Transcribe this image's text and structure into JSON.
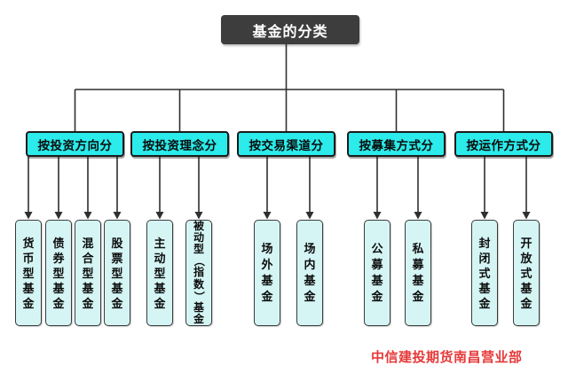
{
  "title": "基金的分类",
  "footer": {
    "text": "中信建投期货南昌营业部",
    "color": "#e63a3a"
  },
  "colors": {
    "title_fill": "#3d3d3d",
    "title_text": "#ffffff",
    "category_fill": "#2bebeb",
    "leaf_fill": "#d5f5f5",
    "line": "#2f2f2f",
    "footer_text": "#e63a3a"
  },
  "groups": [
    {
      "category": "按投资方向分",
      "children": [
        "货币型基金",
        "债券型基金",
        "混合型基金",
        "股票型基金"
      ]
    },
    {
      "category": "按投资理念分",
      "children": [
        "主动型基金",
        "被动型（指数）基金"
      ]
    },
    {
      "category": "按交易渠道分",
      "children": [
        "场外基金",
        "场内基金"
      ]
    },
    {
      "category": "按募集方式分",
      "children": [
        "公募基金",
        "私募基金"
      ]
    },
    {
      "category": "按运作方式分",
      "children": [
        "封闭式基金",
        "开放式基金"
      ]
    }
  ]
}
